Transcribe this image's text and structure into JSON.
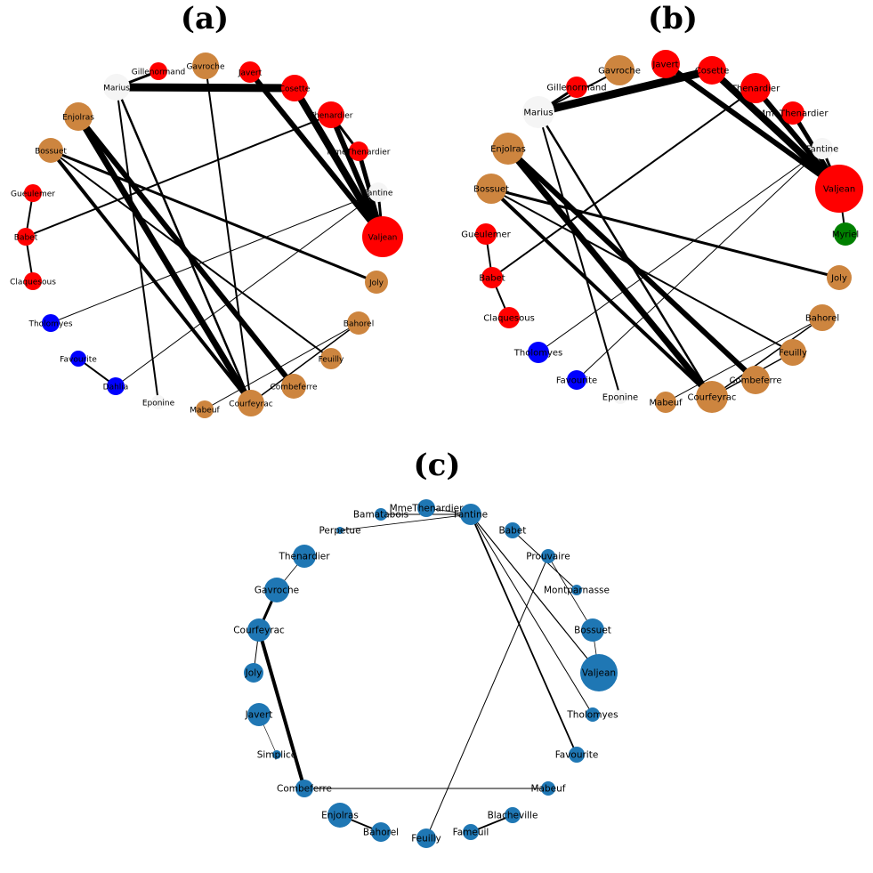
{
  "colors": {
    "red": "#ff0000",
    "orange": "#cd853f",
    "blue": "#0000ff",
    "white": "#f5f5f5",
    "green": "#008000",
    "steel": "#1f77b4",
    "edge": "#000000"
  },
  "panels": [
    {
      "id": "a",
      "label": "(a)",
      "nodes": [
        {
          "name": "Gillenormand",
          "color": "red"
        },
        {
          "name": "Gavroche",
          "color": "orange"
        },
        {
          "name": "Javert",
          "color": "red"
        },
        {
          "name": "Marius",
          "color": "white"
        },
        {
          "name": "Cosette",
          "color": "red"
        },
        {
          "name": "Enjolras",
          "color": "orange"
        },
        {
          "name": "Thenardier",
          "color": "red"
        },
        {
          "name": "MmeThenardier",
          "color": "red"
        },
        {
          "name": "Bossuet",
          "color": "orange"
        },
        {
          "name": "Fantine",
          "color": "white"
        },
        {
          "name": "Gueulemer",
          "color": "red"
        },
        {
          "name": "Valjean",
          "color": "red"
        },
        {
          "name": "Babet",
          "color": "red"
        },
        {
          "name": "Claquesous",
          "color": "red"
        },
        {
          "name": "Joly",
          "color": "orange"
        },
        {
          "name": "Tholomyes",
          "color": "blue"
        },
        {
          "name": "Bahorel",
          "color": "orange"
        },
        {
          "name": "Favourite",
          "color": "blue"
        },
        {
          "name": "Feuilly",
          "color": "orange"
        },
        {
          "name": "Dahlia",
          "color": "blue"
        },
        {
          "name": "Combeferre",
          "color": "orange"
        },
        {
          "name": "Eponine",
          "color": "white"
        },
        {
          "name": "Mabeuf",
          "color": "orange"
        },
        {
          "name": "Courfeyrac",
          "color": "orange"
        }
      ],
      "edges": [
        [
          "Marius",
          "Cosette",
          9
        ],
        [
          "Marius",
          "Gillenormand",
          3
        ],
        [
          "Marius",
          "Eponine",
          2
        ],
        [
          "Marius",
          "Courfeyrac",
          2.5
        ],
        [
          "Gavroche",
          "Courfeyrac",
          2
        ],
        [
          "Javert",
          "Valjean",
          6
        ],
        [
          "Cosette",
          "Valjean",
          8
        ],
        [
          "Thenardier",
          "Valjean",
          6
        ],
        [
          "Thenardier",
          "Babet",
          2
        ],
        [
          "MmeThenardier",
          "Valjean",
          5
        ],
        [
          "MmeThenardier",
          "Thenardier",
          3
        ],
        [
          "Fantine",
          "Valjean",
          3
        ],
        [
          "Fantine",
          "Tholomyes",
          1
        ],
        [
          "Fantine",
          "Dahlia",
          1
        ],
        [
          "Enjolras",
          "Courfeyrac",
          7
        ],
        [
          "Enjolras",
          "Combeferre",
          6
        ],
        [
          "Bossuet",
          "Courfeyrac",
          4
        ],
        [
          "Bossuet",
          "Joly",
          3
        ],
        [
          "Bossuet",
          "Feuilly",
          2
        ],
        [
          "Gueulemer",
          "Babet",
          2
        ],
        [
          "Babet",
          "Claquesous",
          2
        ],
        [
          "Favourite",
          "Dahlia",
          2
        ],
        [
          "Bahorel",
          "Mabeuf",
          1
        ],
        [
          "Bahorel",
          "Courfeyrac",
          1.5
        ]
      ]
    },
    {
      "id": "b",
      "label": "(b)",
      "nodes": [
        {
          "name": "Javert",
          "color": "red"
        },
        {
          "name": "Cosette",
          "color": "red"
        },
        {
          "name": "Gavroche",
          "color": "orange"
        },
        {
          "name": "Thenardier",
          "color": "red"
        },
        {
          "name": "Gillenormand",
          "color": "red"
        },
        {
          "name": "MmeThenardier",
          "color": "red"
        },
        {
          "name": "Marius",
          "color": "white"
        },
        {
          "name": "Enjolras",
          "color": "orange"
        },
        {
          "name": "Fantine",
          "color": "white"
        },
        {
          "name": "Bossuet",
          "color": "orange"
        },
        {
          "name": "Valjean",
          "color": "red"
        },
        {
          "name": "Gueulemer",
          "color": "red"
        },
        {
          "name": "Myriel",
          "color": "green"
        },
        {
          "name": "Babet",
          "color": "red"
        },
        {
          "name": "Joly",
          "color": "orange"
        },
        {
          "name": "Claquesous",
          "color": "red"
        },
        {
          "name": "Bahorel",
          "color": "orange"
        },
        {
          "name": "Tholomyes",
          "color": "blue"
        },
        {
          "name": "Feuilly",
          "color": "orange"
        },
        {
          "name": "Favourite",
          "color": "blue"
        },
        {
          "name": "Combeferre",
          "color": "orange"
        },
        {
          "name": "Eponine",
          "color": "white"
        },
        {
          "name": "Mabeuf",
          "color": "orange"
        },
        {
          "name": "Courfeyrac",
          "color": "orange"
        }
      ],
      "edges": [
        [
          "Marius",
          "Cosette",
          9
        ],
        [
          "Marius",
          "Gillenormand",
          3
        ],
        [
          "Marius",
          "Gavroche",
          2
        ],
        [
          "Marius",
          "Eponine",
          2
        ],
        [
          "Marius",
          "Courfeyrac",
          2.5
        ],
        [
          "Cosette",
          "Valjean",
          8
        ],
        [
          "Javert",
          "Valjean",
          6
        ],
        [
          "Thenardier",
          "Valjean",
          6
        ],
        [
          "Thenardier",
          "Babet",
          2
        ],
        [
          "MmeThenardier",
          "Valjean",
          5
        ],
        [
          "Fantine",
          "Valjean",
          3
        ],
        [
          "Fantine",
          "Tholomyes",
          1
        ],
        [
          "Fantine",
          "Favourite",
          1
        ],
        [
          "Valjean",
          "Myriel",
          2
        ],
        [
          "Enjolras",
          "Courfeyrac",
          7
        ],
        [
          "Enjolras",
          "Combeferre",
          6
        ],
        [
          "Bossuet",
          "Courfeyrac",
          4
        ],
        [
          "Bossuet",
          "Joly",
          3
        ],
        [
          "Bossuet",
          "Feuilly",
          2
        ],
        [
          "Gueulemer",
          "Babet",
          2
        ],
        [
          "Babet",
          "Claquesous",
          2
        ],
        [
          "Bahorel",
          "Mabeuf",
          1
        ],
        [
          "Bahorel",
          "Courfeyrac",
          1.5
        ],
        [
          "Feuilly",
          "Courfeyrac",
          1.5
        ]
      ]
    },
    {
      "id": "c",
      "label": "(c)",
      "nodes": [
        {
          "name": "MmeThenardier",
          "color": "steel"
        },
        {
          "name": "Fantine",
          "color": "steel"
        },
        {
          "name": "Bamatabois",
          "color": "steel"
        },
        {
          "name": "Babet",
          "color": "steel"
        },
        {
          "name": "Perpetue",
          "color": "steel"
        },
        {
          "name": "Prouvaire",
          "color": "steel"
        },
        {
          "name": "Thenardier",
          "color": "steel"
        },
        {
          "name": "Montparnasse",
          "color": "steel"
        },
        {
          "name": "Gavroche",
          "color": "steel"
        },
        {
          "name": "Bossuet",
          "color": "steel"
        },
        {
          "name": "Courfeyrac",
          "color": "steel"
        },
        {
          "name": "Valjean",
          "color": "steel"
        },
        {
          "name": "Joly",
          "color": "steel"
        },
        {
          "name": "Tholomyes",
          "color": "steel"
        },
        {
          "name": "Javert",
          "color": "steel"
        },
        {
          "name": "Favourite",
          "color": "steel"
        },
        {
          "name": "Simplice",
          "color": "steel"
        },
        {
          "name": "Mabeuf",
          "color": "steel"
        },
        {
          "name": "Combeferre",
          "color": "steel"
        },
        {
          "name": "Blacheville",
          "color": "steel"
        },
        {
          "name": "Enjolras",
          "color": "steel"
        },
        {
          "name": "Fameuil",
          "color": "steel"
        },
        {
          "name": "Bahorel",
          "color": "steel"
        },
        {
          "name": "Feuilly",
          "color": "steel"
        }
      ],
      "edges": [
        [
          "Fantine",
          "Bamatabois",
          1
        ],
        [
          "Fantine",
          "Perpetue",
          0.8
        ],
        [
          "Fantine",
          "MmeThenardier",
          0.8
        ],
        [
          "Fantine",
          "Valjean",
          1.2
        ],
        [
          "Fantine",
          "Tholomyes",
          1
        ],
        [
          "Fantine",
          "Favourite",
          1.8
        ],
        [
          "Babet",
          "Montparnasse",
          1
        ],
        [
          "Prouvaire",
          "Bossuet",
          0.8
        ],
        [
          "Prouvaire",
          "Feuilly",
          1
        ],
        [
          "Bossuet",
          "Valjean",
          0.8
        ],
        [
          "Thenardier",
          "Gavroche",
          0.8
        ],
        [
          "Gavroche",
          "Courfeyrac",
          3
        ],
        [
          "Courfeyrac",
          "Joly",
          1
        ],
        [
          "Courfeyrac",
          "Combeferre",
          4
        ],
        [
          "Javert",
          "Simplice",
          0.6
        ],
        [
          "Combeferre",
          "Mabeuf",
          1
        ],
        [
          "Enjolras",
          "Bahorel",
          1.8
        ],
        [
          "Fameuil",
          "Blacheville",
          1.8
        ]
      ]
    }
  ]
}
